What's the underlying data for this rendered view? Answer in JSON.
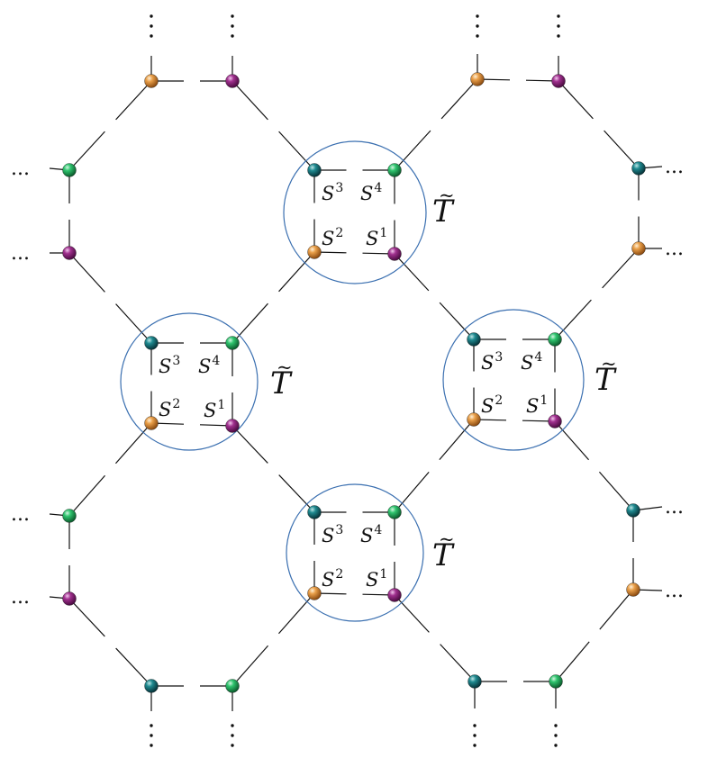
{
  "diagram": {
    "tensor_label": "T",
    "tensor_tilde": "~",
    "site_labels": [
      "S",
      "S",
      "S",
      "S"
    ],
    "site_superscripts": [
      "1",
      "2",
      "3",
      "4"
    ],
    "ellipsis": "...",
    "colors": {
      "teal": "#0f5f66",
      "green": "#1fae5c",
      "orange": "#e0923a",
      "purple": "#8e1f7f",
      "circle": "#3a6fb0",
      "bond": "#111111"
    }
  }
}
